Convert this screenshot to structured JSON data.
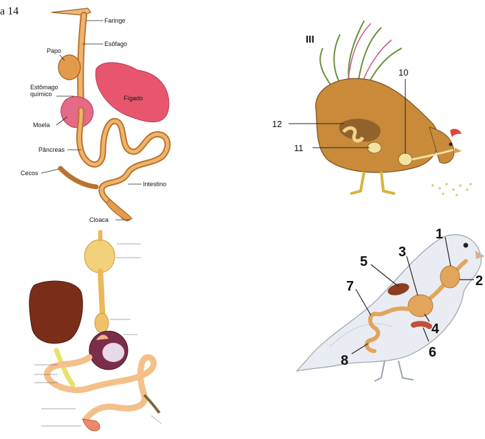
{
  "figure_label": "a 14",
  "panel1": {
    "labels": {
      "faringe": "Faringe",
      "esofago": "Esôfago",
      "papo": "Papo",
      "estomago": "Estômago\nquímico",
      "figado": "Fígado",
      "moela": "Moela",
      "pancreas": "Pâncreas",
      "cecos": "Cecos",
      "intestino": "Intestino",
      "cloaca": "Cloaca"
    }
  },
  "panel2": {
    "roman": "III",
    "labels": {
      "n10": "10",
      "n11": "11",
      "n12": "12"
    }
  },
  "panel4": {
    "labels": {
      "n1": "1",
      "n2": "2",
      "n3": "3",
      "n4": "4",
      "n5": "5",
      "n6": "6",
      "n7": "7",
      "n8": "8"
    }
  },
  "colors": {
    "tube": "#e3a45c",
    "tube_dark": "#b8732e",
    "liver": "#e8566e",
    "gizzard": "#e46a86",
    "hen_body": "#c98b3a",
    "pigeon_body": "#e9ecf2",
    "organ_brown": "#8a3e1f"
  }
}
